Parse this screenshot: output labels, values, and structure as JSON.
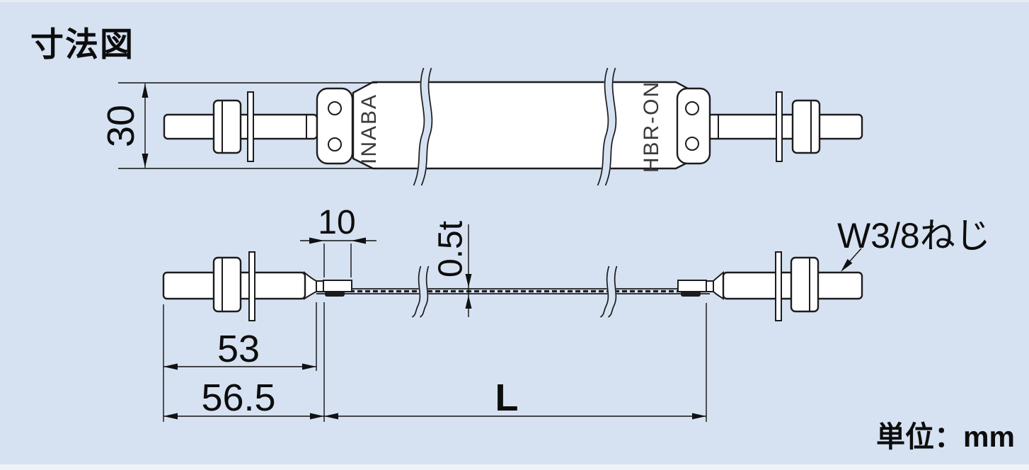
{
  "title": "寸法図",
  "unit": "単位：mm",
  "markings": {
    "left_label": "INABA",
    "right_label": "HBR-ON"
  },
  "dims": {
    "overall_height": "30",
    "end_plate_length": "10",
    "strap_thickness": "0.5t",
    "bolt_length": "53",
    "bolt_assembly_length": "56.5",
    "strap_length": "L"
  },
  "callouts": {
    "thread_spec": "W3/8ねじ"
  },
  "colors": {
    "background": "#d6e2f1",
    "line": "#1c1c1e",
    "part_fill": "#ffffff",
    "text": "#0d0d0d",
    "marking_text": "#3a3a3a"
  }
}
